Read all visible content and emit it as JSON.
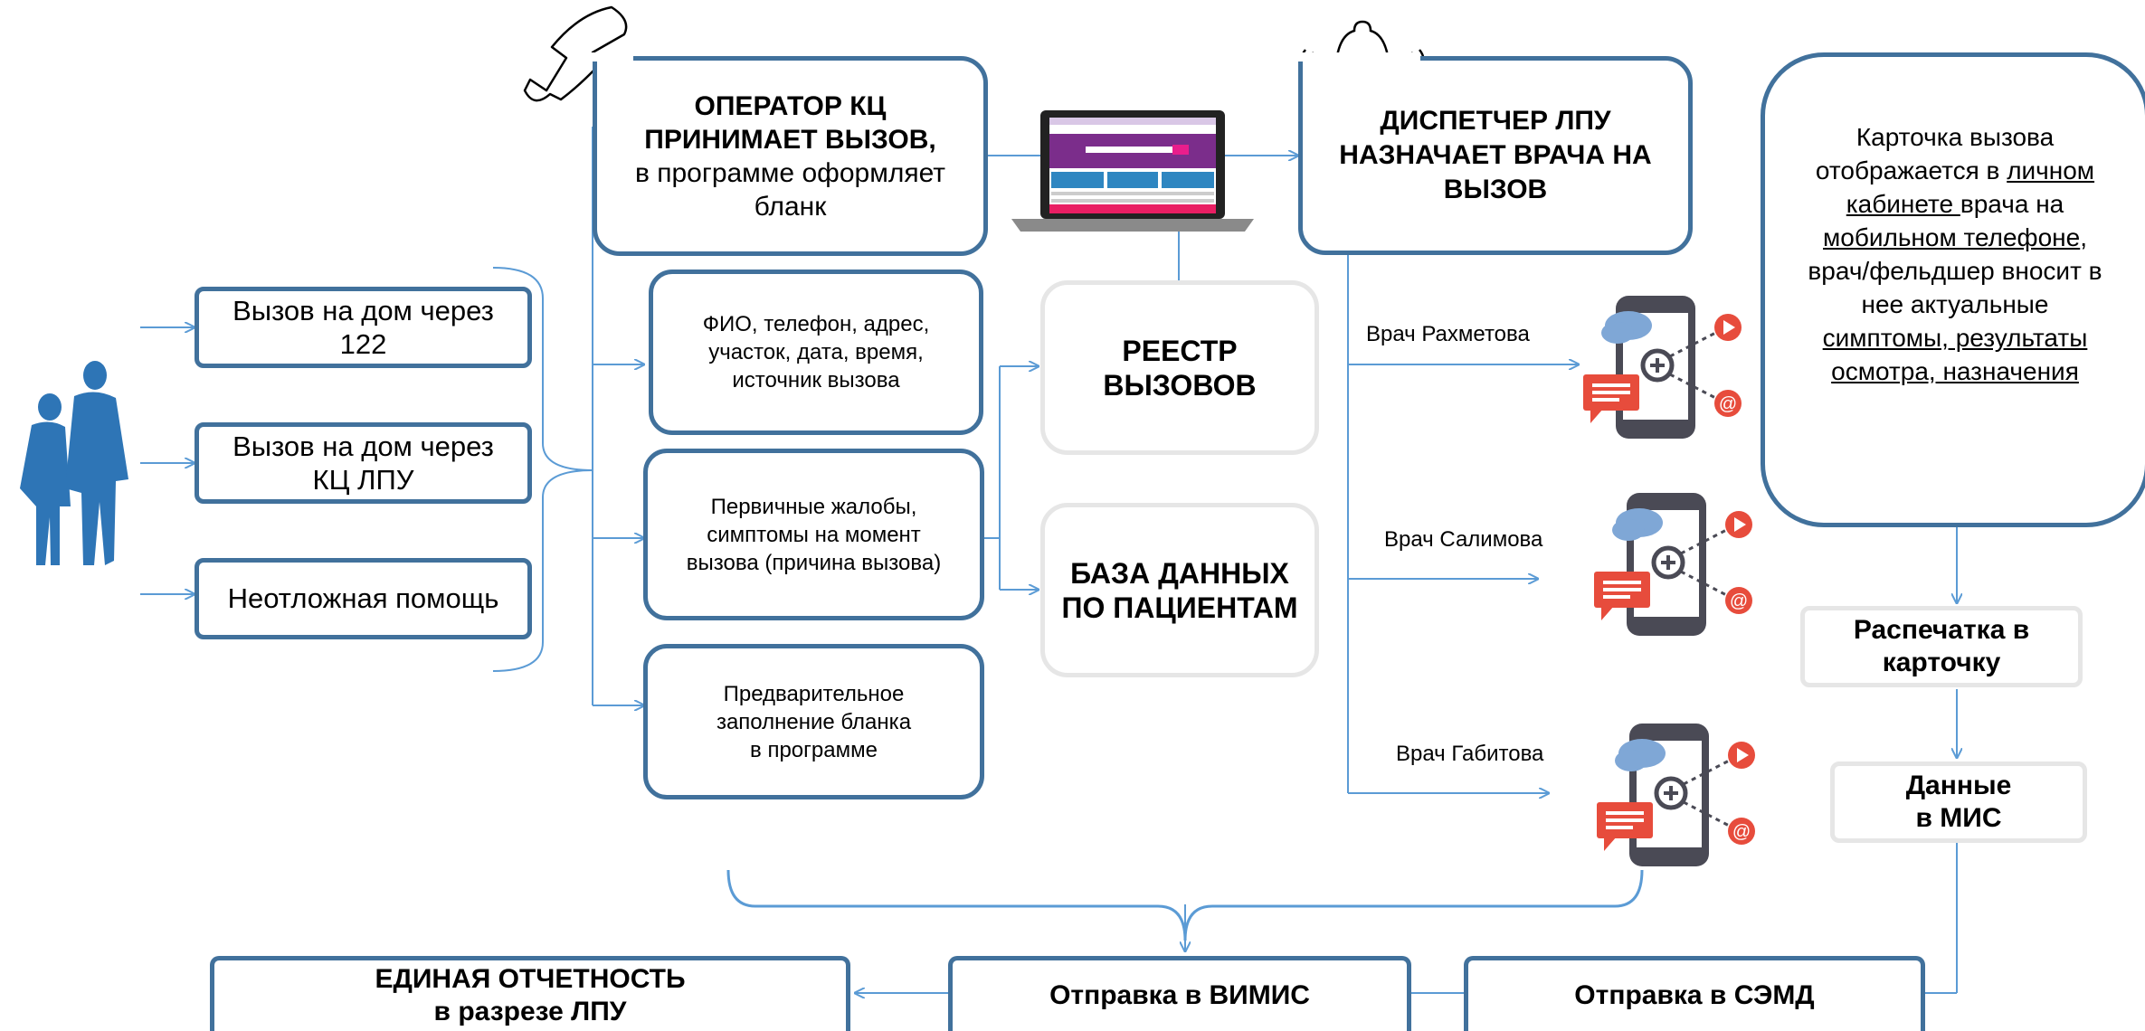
{
  "sources": {
    "call_122_l1": "Вызов на дом через",
    "call_122_l2": "122",
    "call_kc_l1": "Вызов на дом через",
    "call_kc_l2": "КЦ  ЛПУ",
    "emergency": "Неотложная помощь"
  },
  "operator": {
    "title_l1": "ОПЕРАТОР КЦ",
    "title_l2": "ПРИНИМАЕТ ВЫЗОВ,",
    "text_l1": "в программе оформляет",
    "text_l2": "бланк"
  },
  "form_fields": {
    "contacts_l1": "ФИО, телефон, адрес,",
    "contacts_l2": "участок, дата, время,",
    "contacts_l3": "источник вызова",
    "complaints_l1": "Первичные жалобы,",
    "complaints_l2": "симптомы на момент",
    "complaints_l3": "вызова (причина вызова)",
    "prefill_l1": "Предварительное",
    "prefill_l2": "заполнение бланка",
    "prefill_l3": "в программе"
  },
  "registry": {
    "l1": "РЕЕСТР",
    "l2": "ВЫЗОВОВ"
  },
  "database": {
    "l1": "БАЗА ДАННЫХ",
    "l2": "ПО ПАЦИЕНТАМ"
  },
  "dispatcher": {
    "l1": "ДИСПЕТЧЕР ЛПУ",
    "l2": "НАЗНАЧАЕТ ВРАЧА НА",
    "l3": "ВЫЗОВ"
  },
  "doctors": {
    "d1": "Врач Рахметова",
    "d2": "Врач Салимова",
    "d3": "Врач Габитова"
  },
  "card": {
    "l1": "Карточка вызова",
    "l2a": "отображается в ",
    "l2b": "личном",
    "l3a": "кабинете ",
    "l3b": "врача на",
    "l4": "мобильном телефоне",
    "l4b": ",",
    "l5": "врач/фельдшер вносит в",
    "l6": "нее актуальные",
    "l7": "симптомы, результаты",
    "l8": "осмотра, назначения"
  },
  "printout": {
    "l1": "Распечатка в",
    "l2": "карточку"
  },
  "mis": {
    "l1": "Данные",
    "l2": "в МИС"
  },
  "vimis": "Отправка в ВИМИС",
  "semd": "Отправка в СЭМД",
  "report": {
    "l1": "ЕДИНАЯ ОТЧЕТНОСТЬ",
    "l2": "в разрезе ЛПУ"
  },
  "colors": {
    "line": "#5b9bd5",
    "box_border": "#41719c",
    "gray_border": "#e6e6e6",
    "people": "#2e75b6",
    "accent": "#e74c3c",
    "laptop_purple": "#7b2d8b"
  }
}
